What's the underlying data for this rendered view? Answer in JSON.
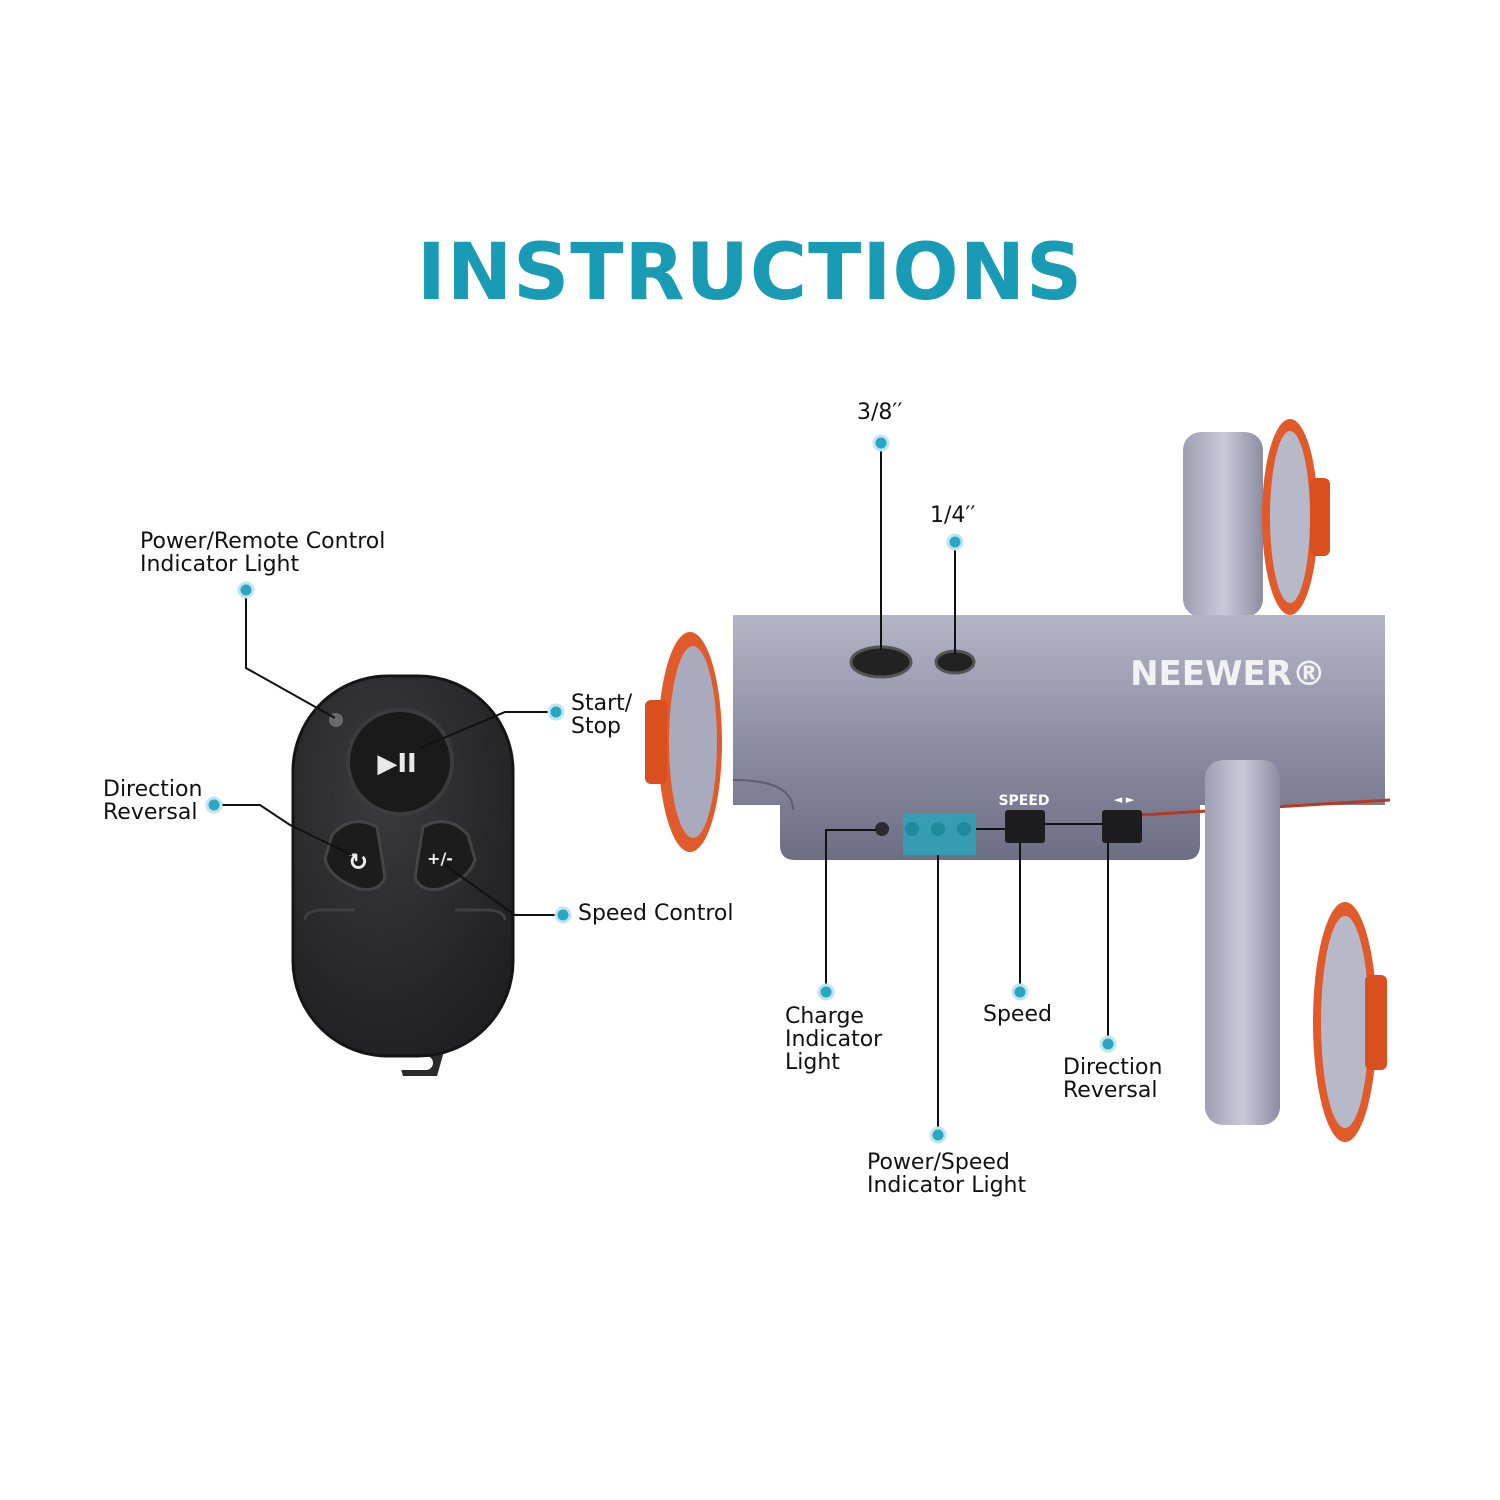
{
  "title": "INSTRUCTIONS",
  "brand_logo": "NEEWER®",
  "colors": {
    "title": "#1a9bb5",
    "callout_dot": "#2aa6c3",
    "remote_body": "#2b2b2d",
    "dolly_body": "#8f90a6",
    "wheel_ring": "#e05a2a"
  },
  "remote": {
    "buttons": [
      {
        "name": "start-stop",
        "glyph": "▶II"
      },
      {
        "name": "direction-reversal",
        "glyph": "↻"
      },
      {
        "name": "speed-control",
        "glyph": "+/-"
      }
    ],
    "callouts": {
      "indicator_light": {
        "line1": "Power/Remote Control",
        "line2": "Indicator Light"
      },
      "start_stop": {
        "line1": "Start/",
        "line2": "Stop"
      },
      "direction_reversal": {
        "line1": "Direction",
        "line2": "Reversal"
      },
      "speed_control": "Speed Control"
    }
  },
  "dolly": {
    "panel_labels": {
      "speed": "SPEED",
      "direction": "◄ ►"
    },
    "callouts": {
      "mount_large": "3/8′′",
      "mount_small": "1/4′′",
      "charge_light": {
        "line1": "Charge",
        "line2": "Indicator",
        "line3": "Light"
      },
      "speed": "Speed",
      "direction_reversal": {
        "line1": "Direction",
        "line2": "Reversal"
      },
      "power_speed_light": {
        "line1": "Power/Speed",
        "line2": "Indicator Light"
      }
    }
  }
}
